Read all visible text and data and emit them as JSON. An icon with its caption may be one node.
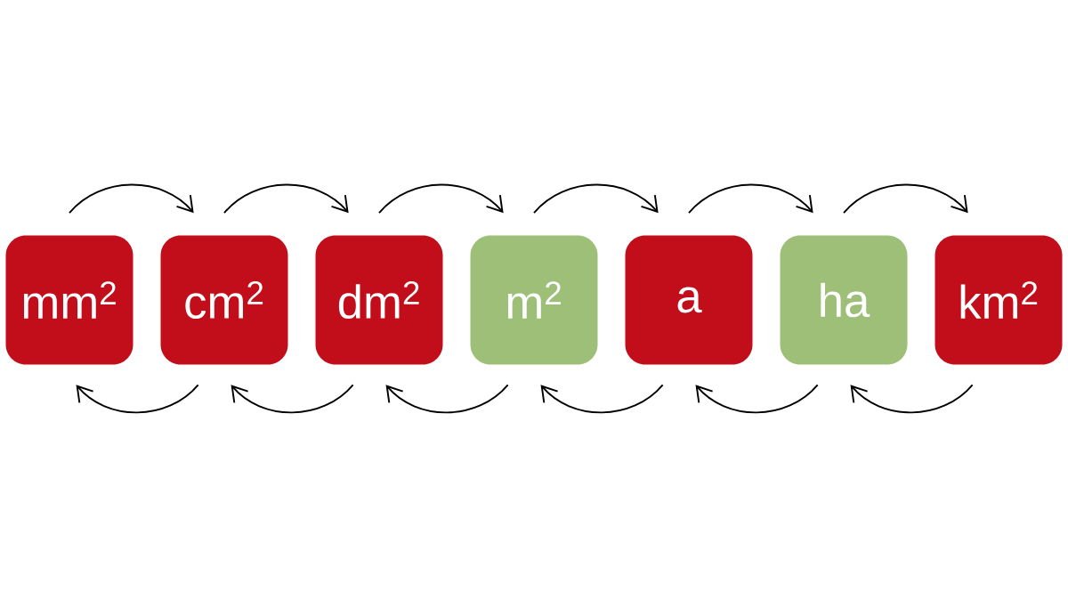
{
  "diagram": {
    "nodes": [
      {
        "text": [
          "mm$^{2}$"
        ]
      },
      {
        "text": [
          "cm$^{2}$"
        ]
      },
      {
        "text": [
          "dm$^{2}$"
        ]
      },
      {
        "text": [
          "m$^{2}$"
        ]
      },
      {
        "text": [
          "a"
        ]
      },
      {
        "text": [
          "ha"
        ]
      },
      {
        "text": [
          "km$^{2}$"
        ]
      }
    ],
    "edges": [
      {
        "from": 0,
        "to": 1,
        "arrow": "to"
      },
      {
        "from": 1,
        "to": 2,
        "arrow": "to"
      },
      {
        "from": 2,
        "to": 3,
        "arrow": "to"
      },
      {
        "from": 3,
        "to": 4,
        "arrow": "to"
      },
      {
        "from": 4,
        "to": 5,
        "arrow": "to"
      },
      {
        "from": 5,
        "to": 6,
        "arrow": "to"
      },
      {
        "from": 1,
        "to": 0,
        "arrow": "to"
      },
      {
        "from": 2,
        "to": 1,
        "arrow": "to"
      },
      {
        "from": 3,
        "to": 2,
        "arrow": "to"
      },
      {
        "from": 4,
        "to": 3,
        "arrow": "to"
      },
      {
        "from": 5,
        "to": 4,
        "arrow": "to"
      },
      {
        "from": 6,
        "to": 5,
        "arrow": "to"
      }
    ]
  }
}
